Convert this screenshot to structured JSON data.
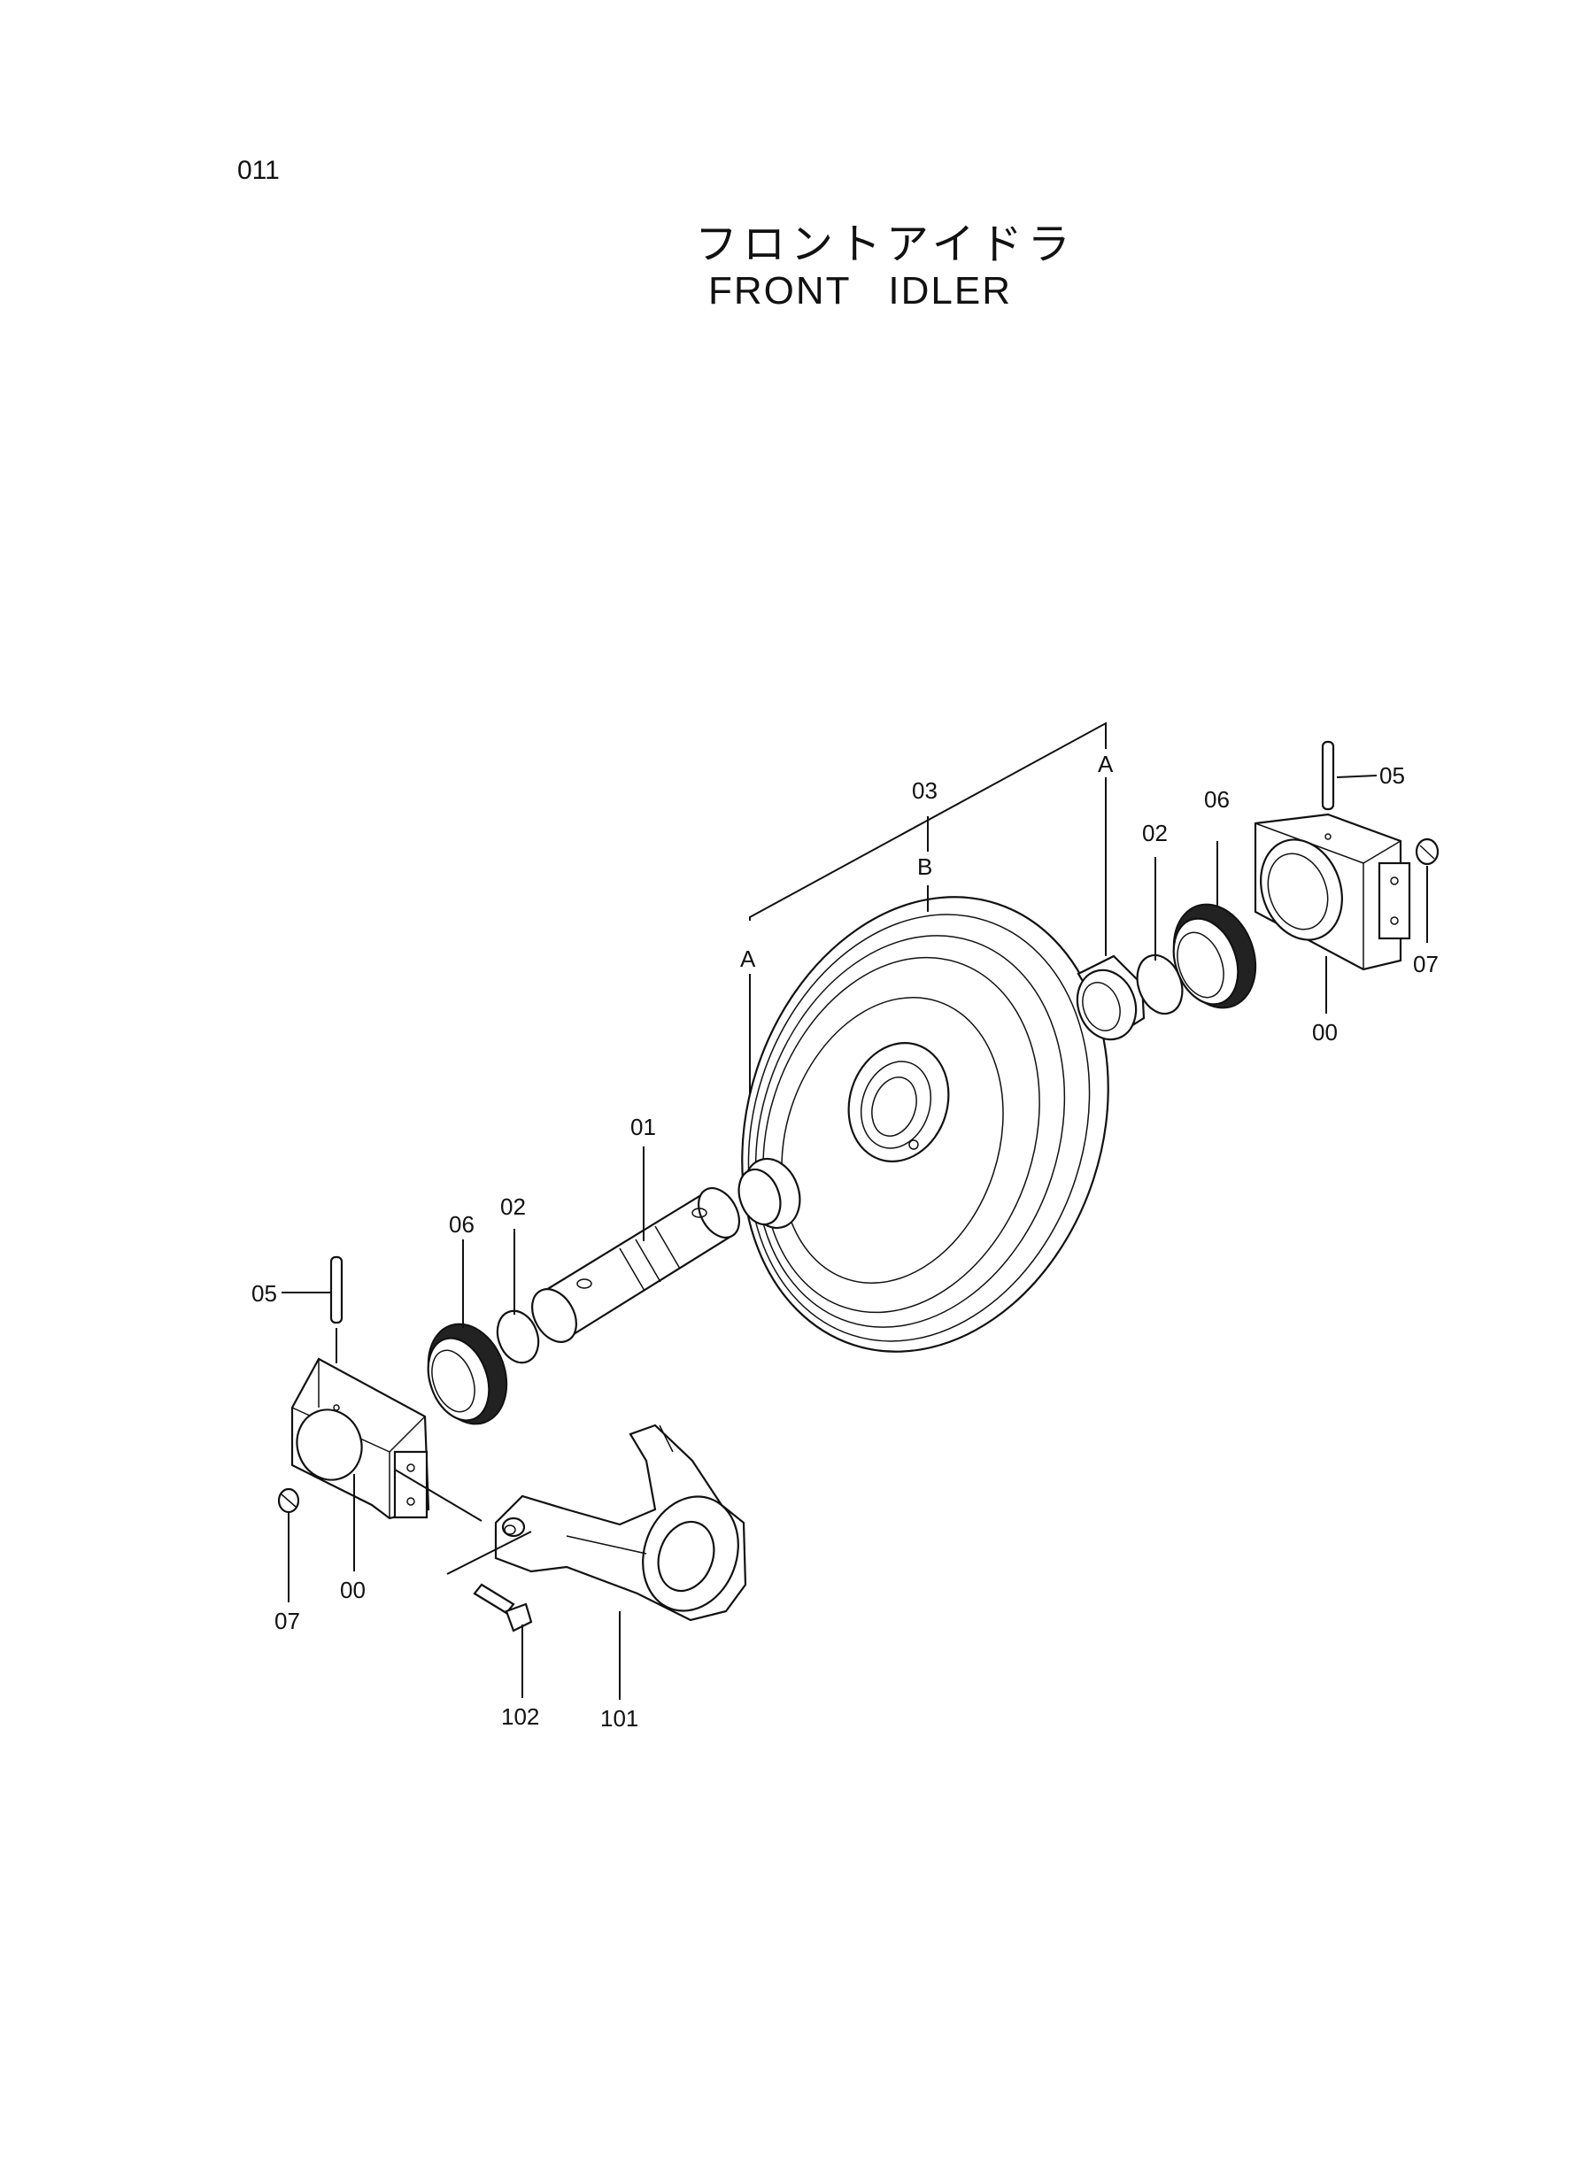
{
  "page_number": "011",
  "title_jp": "フロントアイドラ",
  "title_en": "FRONT   IDLER",
  "callouts": {
    "c05_right": "05",
    "c06_right": "06",
    "c02_right": "02",
    "cA_right": "A",
    "c03": "03",
    "cB": "B",
    "c07_right": "07",
    "c00_right": "00",
    "cA_left": "A",
    "c01": "01",
    "c02_left": "02",
    "c06_left": "06",
    "c05_left": "05",
    "c07_left": "07",
    "c00_left": "00",
    "c102": "102",
    "c101": "101"
  }
}
